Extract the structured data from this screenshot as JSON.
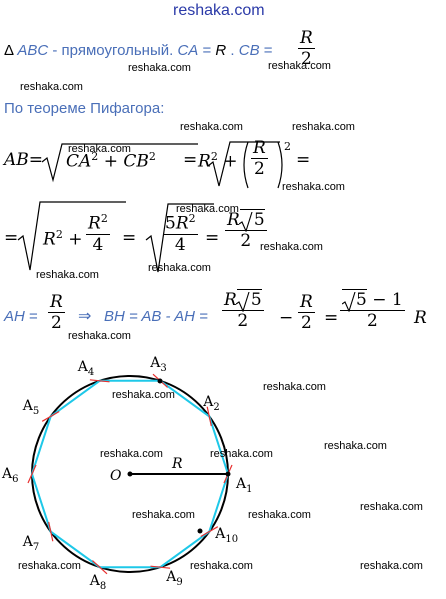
{
  "header": {
    "site": "reshaka.com"
  },
  "watermark": "reshaka.com",
  "line1": {
    "triangle_symbol": "Δ",
    "triangle_name": "ABC",
    "text": " - прямоугольный. ",
    "ca": "CA",
    "eq1": " = ",
    "r": "R",
    "sep": " . ",
    "cb": "CB",
    "eq2": " = ",
    "frac_num": "R",
    "frac_den": "2"
  },
  "line2": {
    "text": "По теореме Пифагора:"
  },
  "eq3": {
    "lhs": "AB",
    "eq": "=",
    "ca": "CA",
    "cb": "CB",
    "two": "2",
    "plus": " + ",
    "r": "R",
    "frac_num": "R",
    "frac_den": "2"
  },
  "eq4": {
    "four": "4",
    "five": "5",
    "two": "2"
  },
  "eq5": {
    "ah": "AH",
    "eq": "=",
    "arrow": "⇒",
    "bh_text": "BH = AB - AH =",
    "minus": "−",
    "one": "1"
  },
  "figure": {
    "center": "O",
    "radius": "R",
    "points": [
      "A1",
      "A2",
      "A3",
      "A4",
      "A5",
      "A6",
      "A7",
      "A8",
      "A9",
      "A10"
    ],
    "colors": {
      "circle": "#000000",
      "polygon": "#1ec8e8",
      "ticks": "#e83030"
    }
  }
}
